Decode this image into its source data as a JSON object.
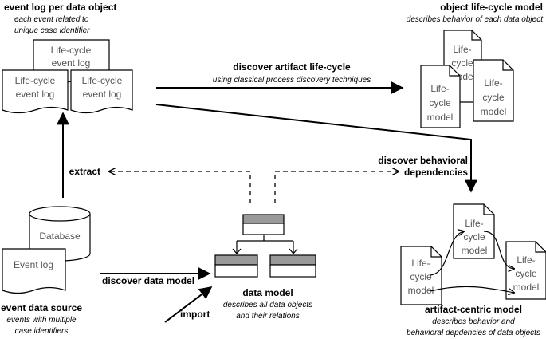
{
  "event_log_section": {
    "title": "event log per data object",
    "subtitle_1": "each event related to",
    "subtitle_2": "unique case identifier",
    "doc_label_1": "Life-cycle",
    "doc_label_2": "event log"
  },
  "lifecycle_section": {
    "title": "object life-cycle model",
    "subtitle": "describes behavior of each data object",
    "doc_label_1": "Life-",
    "doc_label_2": "cycle",
    "doc_label_3": "model"
  },
  "discover_artifact": {
    "title": "discover artifact life-cycle",
    "subtitle": "using classical process discovery techniques"
  },
  "discover_behavioral": {
    "line1": "discover behavioral",
    "line2": "dependencies"
  },
  "extract_label": "extract",
  "source_section": {
    "database_label": "Database",
    "event_log_label": "Event log",
    "title": "event data source",
    "subtitle_1": "events with multiple",
    "subtitle_2": "case identifiers"
  },
  "discover_data_model_label": "discover data model",
  "import_label": "import",
  "data_model_section": {
    "title": "data model",
    "subtitle_1": "describes all data objects",
    "subtitle_2": "and their relations"
  },
  "artifact_section": {
    "title": "artifact-centric model",
    "subtitle_1": "describes behavior and",
    "subtitle_2": "behavioral depdencies of data objects"
  }
}
